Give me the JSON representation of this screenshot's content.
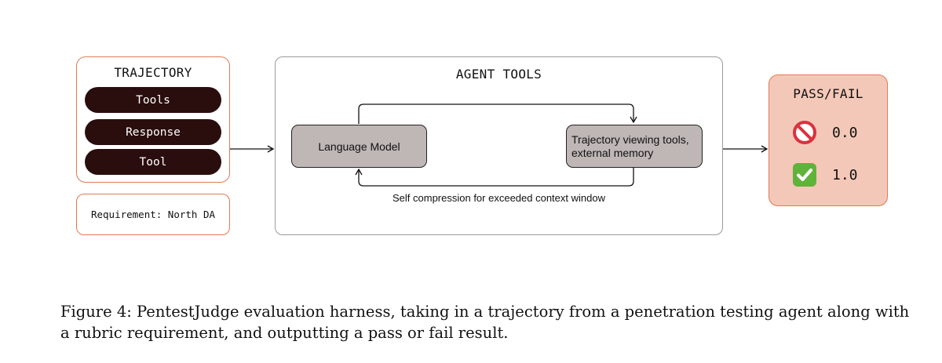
{
  "trajectory": {
    "title": "TRAJECTORY",
    "items": [
      "Tools",
      "Response",
      "Tool"
    ]
  },
  "requirement": {
    "text": "Requirement: North DA"
  },
  "agent_tools": {
    "title": "AGENT TOOLS",
    "language_model": "Language Model",
    "trajectory_tools_line1": "Trajectory viewing tools,",
    "trajectory_tools_line2": "external memory",
    "loop_label": "Self compression for exceeded context window"
  },
  "pass_fail": {
    "title": "PASS/FAIL",
    "results": [
      {
        "icon": "prohibited-icon",
        "value": "0.0"
      },
      {
        "icon": "check-mark-icon",
        "value": "1.0"
      }
    ]
  },
  "caption": {
    "text": "Figure 4: PentestJudge evaluation harness, taking in a trajectory from a penetration testing agent along with a rubric requirement, and outputting a pass or fail result."
  },
  "colors": {
    "accent_border": "#e07a56",
    "pill_fill": "#2a0d0d",
    "gray_box_fill": "#bfb6b6",
    "passfail_fill": "#f4c8b8",
    "prohibited_red": "#d9333f",
    "check_green": "#5fb33a"
  }
}
